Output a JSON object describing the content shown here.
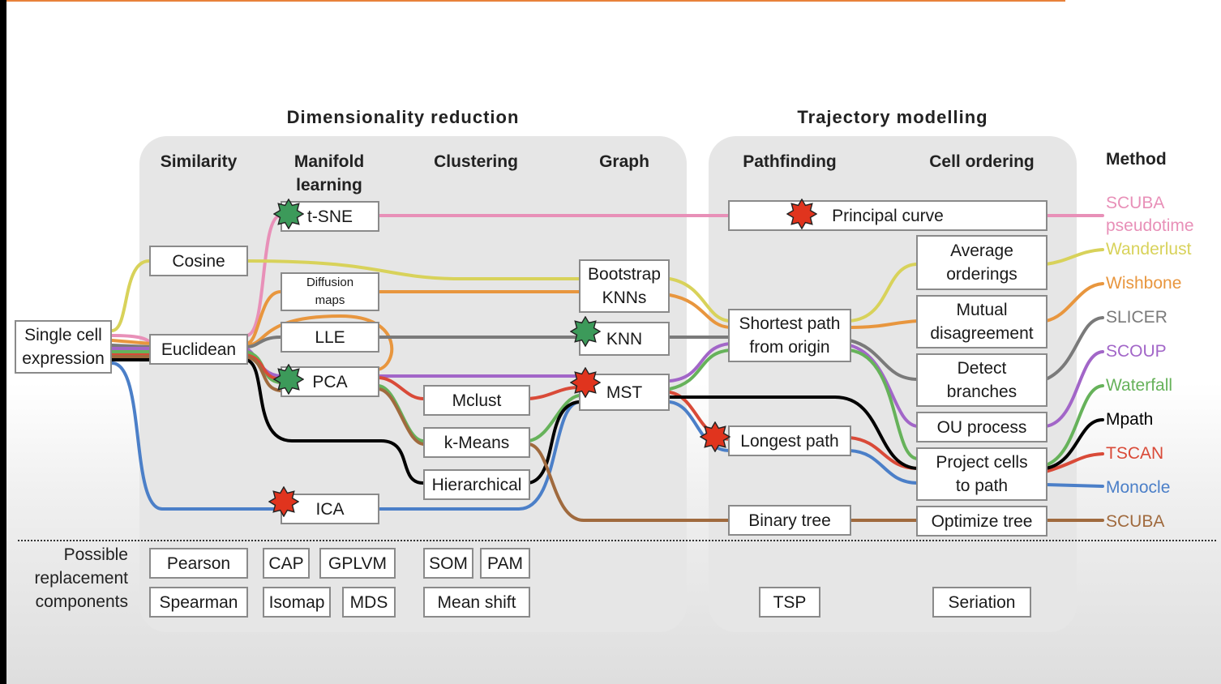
{
  "sections": {
    "dimensionality_reduction": "Dimensionality reduction",
    "trajectory_modelling": "Trajectory modelling"
  },
  "columns": {
    "similarity": "Similarity",
    "manifold": "Manifold learning",
    "clustering": "Clustering",
    "graph": "Graph",
    "pathfinding": "Pathfinding",
    "cell_ordering": "Cell ordering",
    "method": "Method"
  },
  "nodes": {
    "input": "Single cell\nexpression",
    "cosine": "Cosine",
    "euclidean": "Euclidean",
    "tsne": "t-SNE",
    "diffusion": "Diffusion\nmaps",
    "lle": "LLE",
    "pca": "PCA",
    "ica": "ICA",
    "mclust": "Mclust",
    "kmeans": "k-Means",
    "hierarchical": "Hierarchical",
    "bootstrap": "Bootstrap\nKNNs",
    "knn": "KNN",
    "mst": "MST",
    "principal_curve": "Principal curve",
    "shortest_path": "Shortest path\nfrom origin",
    "longest_path": "Longest path",
    "binary_tree": "Binary tree",
    "average_orderings": "Average\norderings",
    "mutual_disagreement": "Mutual\ndisagreement",
    "detect_branches": "Detect\nbranches",
    "ou_process": "OU process",
    "project_cells": "Project cells\nto path",
    "optimize_tree": "Optimize tree"
  },
  "methods": [
    {
      "id": "scuba-pt",
      "label": "SCUBA\npseudotime",
      "color": "#e890b8"
    },
    {
      "id": "wanderlust",
      "label": "Wanderlust",
      "color": "#d8d25a"
    },
    {
      "id": "wishbone",
      "label": "Wishbone",
      "color": "#e8963e"
    },
    {
      "id": "slicer",
      "label": "SLICER",
      "color": "#7a7a7a"
    },
    {
      "id": "scoup",
      "label": "SCOUP",
      "color": "#a266c8"
    },
    {
      "id": "waterfall",
      "label": "Waterfall",
      "color": "#66b25a"
    },
    {
      "id": "mpath",
      "label": "Mpath",
      "color": "#000000"
    },
    {
      "id": "tscan",
      "label": "TSCAN",
      "color": "#d94a38"
    },
    {
      "id": "monocle",
      "label": "Monocle",
      "color": "#4b7fc8"
    },
    {
      "id": "scuba",
      "label": "SCUBA",
      "color": "#a06a3e"
    }
  ],
  "replacement": {
    "label": "Possible\nreplacement\ncomponents",
    "pearson": "Pearson",
    "spearman": "Spearman",
    "cap": "CAP",
    "gplvm": "GPLVM",
    "isomap": "Isomap",
    "mds": "MDS",
    "som": "SOM",
    "pam": "PAM",
    "mean_shift": "Mean shift",
    "tsp": "TSP",
    "seriation": "Seriation"
  },
  "badge_colors": {
    "green": "#3c9a5a",
    "red": "#e0341e"
  }
}
